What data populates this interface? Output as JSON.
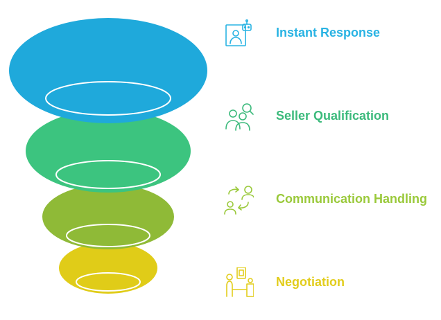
{
  "colors": {
    "tier1": "#1fa9db",
    "tier2": "#3cc47f",
    "tier3": "#8fba37",
    "tier4": "#e0cc18"
  },
  "stages": [
    {
      "label": "Instant Response",
      "icon": "robot-agent-icon",
      "color": "#29b3e3"
    },
    {
      "label": "Seller Qualification",
      "icon": "people-search-icon",
      "color": "#3cba7c"
    },
    {
      "label": "Communication Handling",
      "icon": "exchange-people-icon",
      "color": "#9ac93a"
    },
    {
      "label": "Negotiation",
      "icon": "negotiation-icon",
      "color": "#e2cd1c"
    }
  ]
}
